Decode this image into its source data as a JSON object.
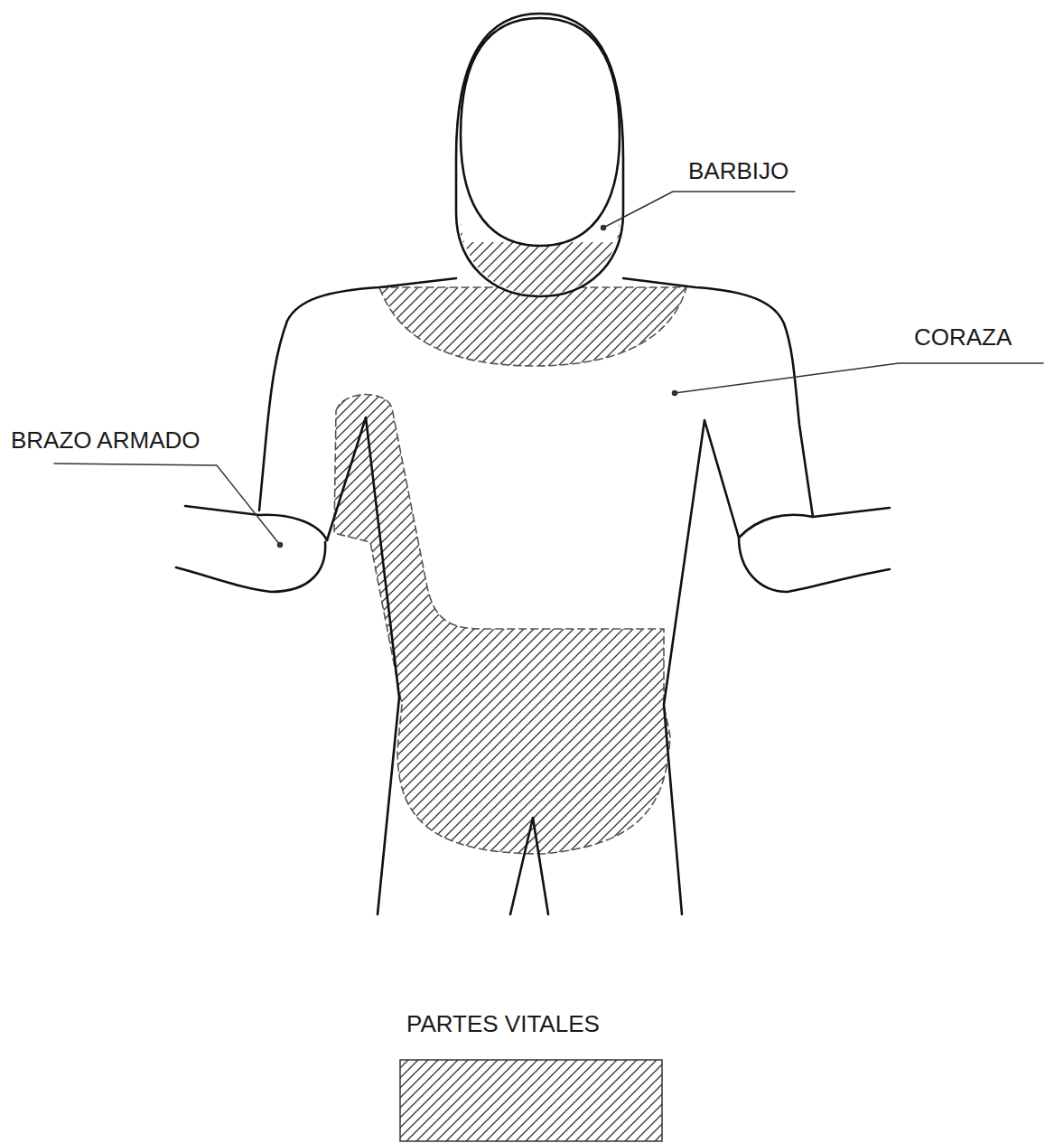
{
  "diagram": {
    "labels": [
      "BARBIJO",
      "CORAZA",
      "BRAZO ARMADO"
    ],
    "legend": [
      {
        "text": "PARTES VITALES"
      }
    ]
  }
}
